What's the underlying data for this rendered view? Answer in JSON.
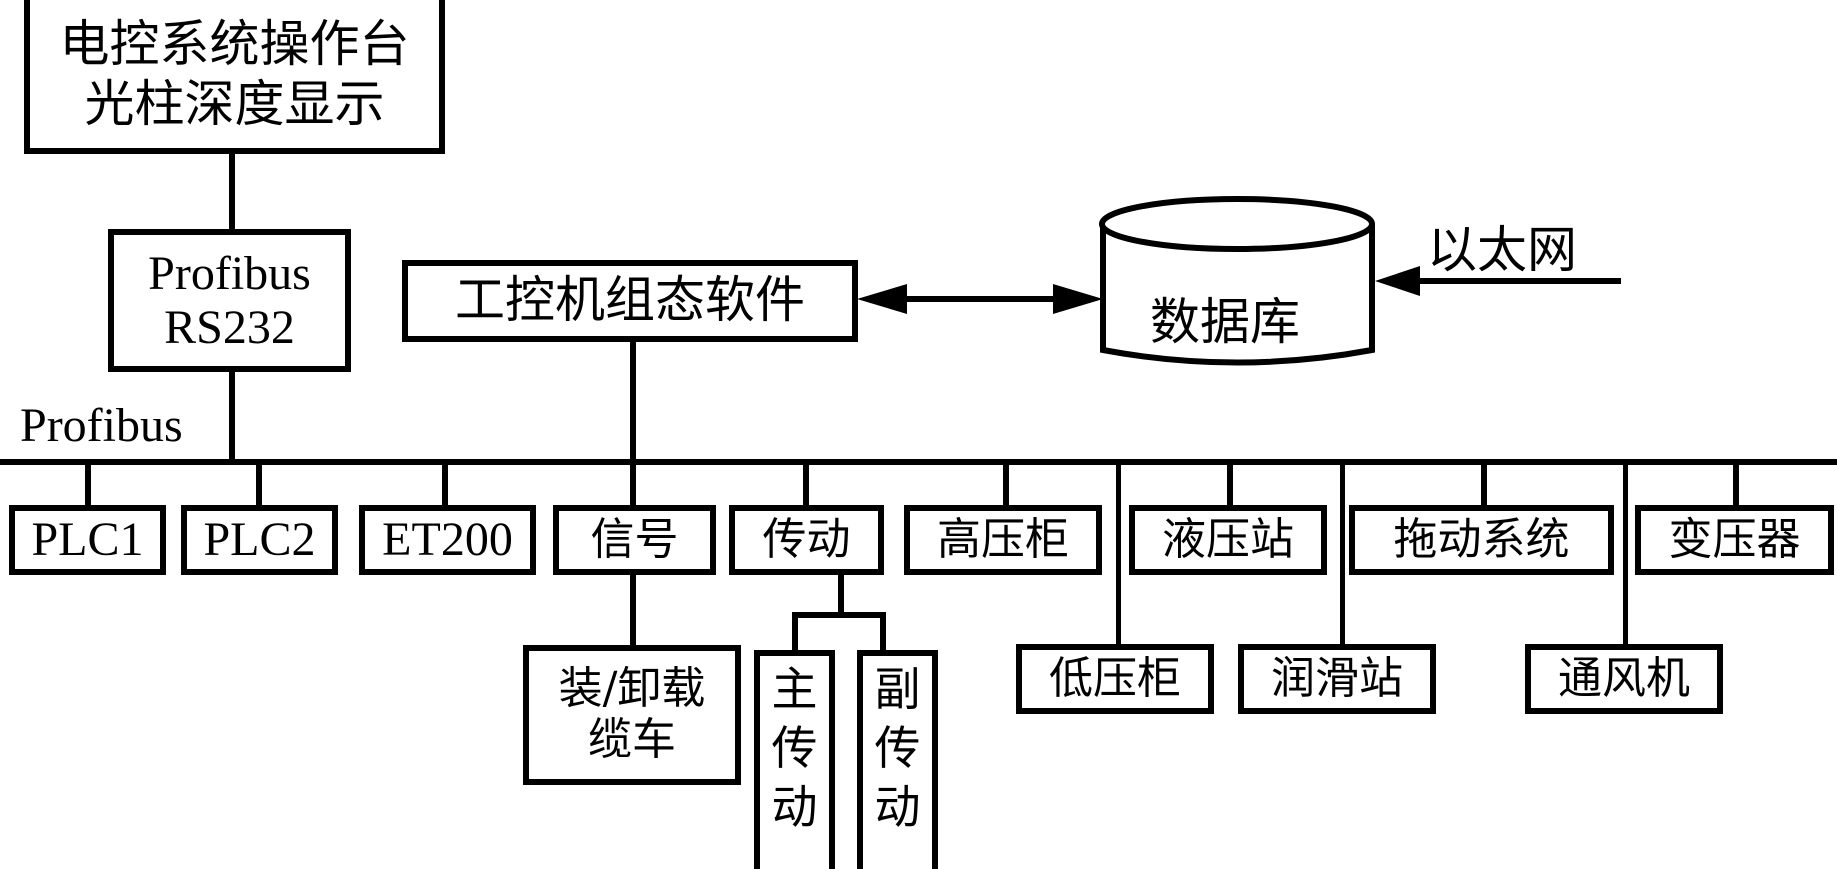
{
  "diagram": {
    "console_box": [
      "电控系统操作台",
      "光柱深度显示"
    ],
    "gateway_box": [
      "Profibus",
      "RS232"
    ],
    "bus_label": "Profibus",
    "ipc_box": "工控机组态软件",
    "database": "数据库",
    "ethernet_label": "以太网",
    "bus_nodes_top": [
      "PLC1",
      "PLC2",
      "ET200",
      "信号",
      "传动",
      "高压柜",
      "液压站",
      "拖动系统",
      "变压器"
    ],
    "bus_nodes_bottom": [
      "低压柜",
      "润滑站",
      "通风机"
    ],
    "signal_child": [
      "装/卸载",
      "缆车"
    ],
    "drive_children": {
      "main": [
        "主",
        "传",
        "动"
      ],
      "aux": [
        "副",
        "传",
        "动"
      ]
    }
  }
}
